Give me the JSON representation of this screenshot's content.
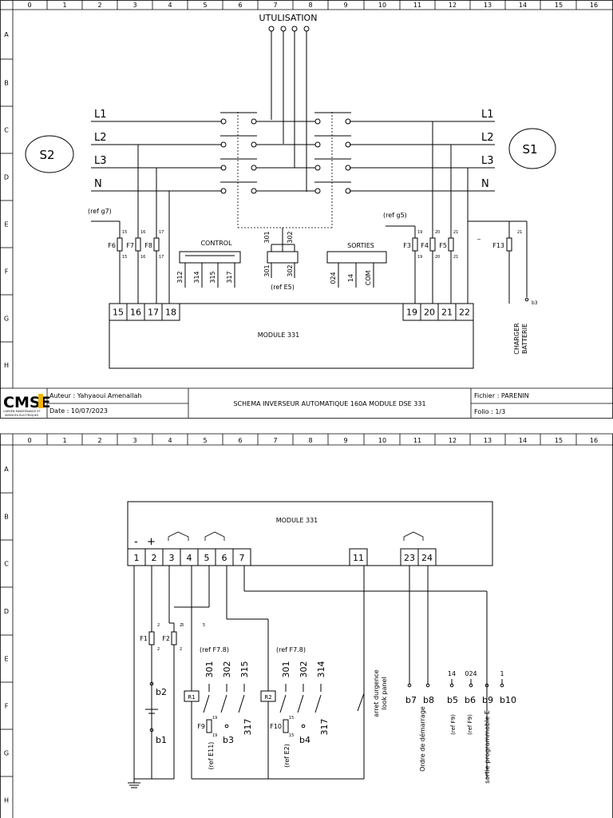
{
  "grid": {
    "columns": [
      "0",
      "1",
      "2",
      "3",
      "4",
      "5",
      "6",
      "7",
      "8",
      "9",
      "10",
      "11",
      "12",
      "13",
      "14",
      "15",
      "16"
    ],
    "rows": [
      "A",
      "B",
      "C",
      "D",
      "E",
      "F",
      "G",
      "H"
    ]
  },
  "sheet1": {
    "utilisation_label": "UTULISATION",
    "line_labels": [
      "L1",
      "L2",
      "L3",
      "N"
    ],
    "source_s2": "S2",
    "source_s1": "S1",
    "ref_g7": "(ref g7)",
    "ref_g5": "(ref g5)",
    "ref_e5": "(ref E5)",
    "fuses_left": [
      {
        "name": "F6",
        "top": "15",
        "bottom": "15"
      },
      {
        "name": "F7",
        "top": "16",
        "bottom": "16"
      },
      {
        "name": "F8",
        "top": "17",
        "bottom": "17"
      }
    ],
    "fuses_right": [
      {
        "name": "F3",
        "top": "19",
        "bottom": "19"
      },
      {
        "name": "F4",
        "top": "20",
        "bottom": "20"
      },
      {
        "name": "F5",
        "top": "21",
        "bottom": "21"
      }
    ],
    "fuse_f13": {
      "name": "F13",
      "top": "21"
    },
    "dash_mark": "_",
    "control_label": "CONTROL",
    "control_pins": [
      "312",
      "314",
      "315",
      "317"
    ],
    "mid_pins_top": [
      "301",
      "302"
    ],
    "mid_pins_bottom": [
      "301",
      "302"
    ],
    "sorties_label": "SORTIES",
    "sorties_pins": [
      "024",
      "14",
      "COM"
    ],
    "terminals_left": [
      "15",
      "16",
      "17",
      "18"
    ],
    "terminals_right": [
      "19",
      "20",
      "21",
      "22"
    ],
    "module_label": "MODULE 331",
    "charger_label_1": "CHARGER",
    "charger_label_2": "BATTERIE",
    "b3_label": "b3"
  },
  "title_block": {
    "logo": "CMSE",
    "logo_sub_1": "CAPGEN MAINTENANCE ET",
    "logo_sub_2": "SERVICES ELECTRIQUES",
    "author": "Auteur : Yahyaoui Amenallah",
    "date": "Date : 10/07/2023",
    "title": "SCHEMA INVERSEUR AUTOMATIQUE 160A MODULE DSE 331",
    "file": "Fichier : PARENIN",
    "folio": "Folio : 1/3"
  },
  "sheet2": {
    "module_label": "MODULE 331",
    "minus": "-",
    "plus": "+",
    "terminals": [
      "1",
      "2",
      "3",
      "4",
      "5",
      "6",
      "7",
      "11",
      "23",
      "24"
    ],
    "f1": {
      "name": "F1",
      "top": "2",
      "bottom": "2"
    },
    "f2": {
      "name": "F2",
      "top": "2",
      "bottom": "2"
    },
    "wire_3": "3",
    "wire_5": "5",
    "b2": "b2",
    "b1": "b1",
    "ref_f78_a": "(ref F7.8)",
    "ref_f78_b": "(ref F7.8)",
    "r1": "R1",
    "r2": "R2",
    "contacts_a": [
      "301",
      "302",
      "315"
    ],
    "contacts_b": [
      "301",
      "302",
      "314"
    ],
    "f9": {
      "name": "F9",
      "top": "19",
      "bottom": "19"
    },
    "f10": {
      "name": "F10",
      "top": "15",
      "bottom": "15"
    },
    "b3": "b3",
    "b4": "b4",
    "t317a": "317",
    "t317b": "317",
    "ref_e11": "(ref E11)",
    "ref_e2": "(ref E2)",
    "estop_1": "arret durgence",
    "estop_2": "look panel",
    "b7": "b7",
    "b8": "b8",
    "ordre": "Ordre de démarrage",
    "b5_top": "14",
    "b6_top": "024",
    "b10_top": "1",
    "b5": "b5",
    "b6": "b6",
    "b9": "b9",
    "b10": "b10",
    "ref_f9_a": "(ref F9)",
    "ref_f9_b": "(ref F9)",
    "sortie": "sortie programmable E"
  }
}
